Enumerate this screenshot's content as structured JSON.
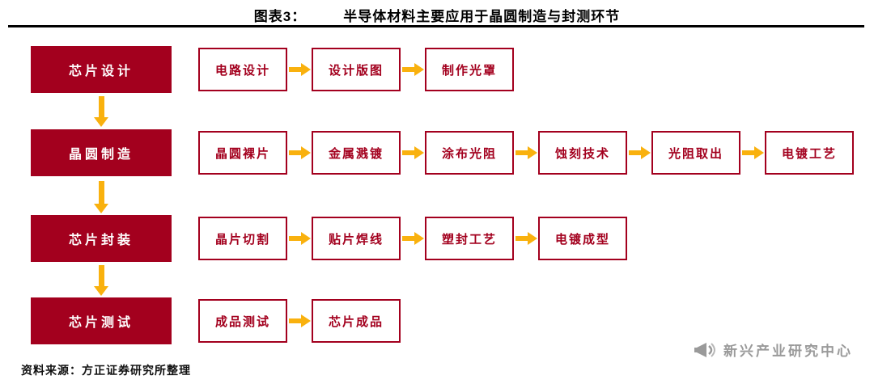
{
  "header": {
    "label": "图表3：",
    "title": "半导体材料主要应用于晶圆制造与封测环节"
  },
  "stages": [
    {
      "name": "芯片设计",
      "steps": [
        "电路设计",
        "设计版图",
        "制作光罩"
      ]
    },
    {
      "name": "晶圆制造",
      "steps": [
        "晶圆裸片",
        "金属溅镀",
        "涂布光阻",
        "蚀刻技术",
        "光阻取出",
        "电镀工艺"
      ]
    },
    {
      "name": "芯片封装",
      "steps": [
        "晶片切割",
        "贴片焊线",
        "塑封工艺",
        "电镀成型"
      ]
    },
    {
      "name": "芯片测试",
      "steps": [
        "成品测试",
        "芯片成品"
      ]
    }
  ],
  "footer": {
    "source": "资料来源：方正证券研究所整理",
    "watermark": "新兴产业研究中心"
  },
  "colors": {
    "stage_bg": "#A3001E",
    "box_border": "#A3001E",
    "box_text": "#A3001E",
    "arrow": "#F9B10E",
    "watermark_gray": "#9A9A9A",
    "rule_black": "#000000"
  }
}
